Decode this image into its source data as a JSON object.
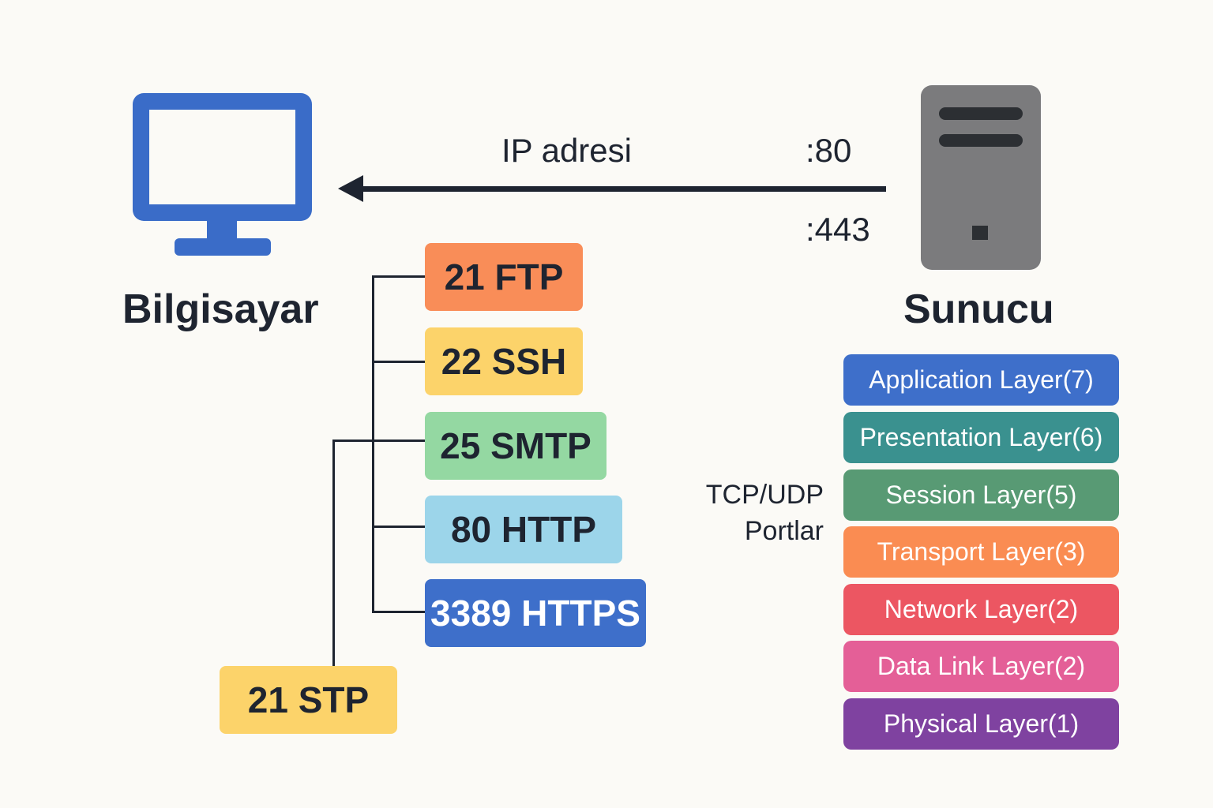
{
  "computer": {
    "label": "Bilgisayar",
    "icon": "desktop-monitor-icon",
    "color": "#3a6cc8"
  },
  "server": {
    "label": "Sunucu",
    "icon": "server-tower-icon",
    "color": "#7b7b7d"
  },
  "connection": {
    "ip_label": "IP adresi",
    "port_top": ":80",
    "port_bottom": ":443"
  },
  "ports": [
    {
      "label": "21 FTP",
      "color": "#f98d58"
    },
    {
      "label": "22 SSH",
      "color": "#fcd36a"
    },
    {
      "label": "25 SMTP",
      "color": "#94d8a2"
    },
    {
      "label": "80 HTTP",
      "color": "#9cd5ea"
    },
    {
      "label": "3389 HTTPS",
      "color": "#3e6fca",
      "text_color": "#ffffff"
    }
  ],
  "extra_port": {
    "label": "21 STP",
    "color": "#fcd36a"
  },
  "side_label": {
    "line1": "TCP/UDP",
    "line2": "Portlar"
  },
  "osi_layers": [
    {
      "label": "Application Layer(7)",
      "color": "#3e6fca"
    },
    {
      "label": "Presentation Layer(6)",
      "color": "#3a918f"
    },
    {
      "label": "Session Layer(5)",
      "color": "#589a74"
    },
    {
      "label": "Transport Layer(3)",
      "color": "#fa8c52"
    },
    {
      "label": "Network Layer(2)",
      "color": "#ec5662"
    },
    {
      "label": "Data Link Layer(2)",
      "color": "#e45f97"
    },
    {
      "label": "Physical Layer(1)",
      "color": "#7f42a0"
    }
  ]
}
